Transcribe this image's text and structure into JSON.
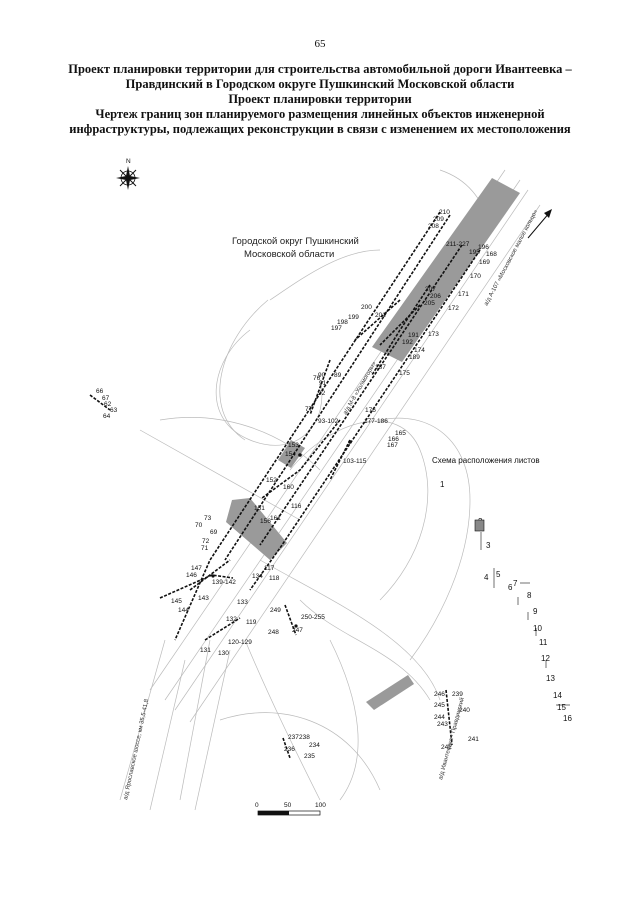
{
  "page_number": "65",
  "title": {
    "line1": "Проект планировки территории для строительства автомобильной дороги Ивантеевка –",
    "line2": "Правдинский в Городском округе Пушкинский Московской области",
    "line3": "Проект планировки территории",
    "line4": "Чертеж границ зон планируемого размещения линейных объектов инженерной",
    "line5": "инфраструктуры, подлежащих реконструкции в связи с изменением их местоположения"
  },
  "map": {
    "district_label_1": "Городской округ Пушкинский",
    "district_label_2": "Московской области",
    "compass_label": "N",
    "road_labels": {
      "a107": "а/д А-107 «Московское малое кольцо»",
      "m8": "а/д М-8 «Холмогоры»",
      "yaroslavl": "а/д Ярославское шоссе, км 35,5-41,8",
      "pravdinsky": "а/д Ивантеевка - Правдинский"
    },
    "scale": {
      "ticks": [
        "0",
        "50",
        "100"
      ]
    },
    "sheet_scheme": {
      "title": "Схема расположения листов",
      "sheets": [
        "1",
        "2",
        "3",
        "4",
        "5",
        "6",
        "7",
        "8",
        "9",
        "10",
        "11",
        "12",
        "13",
        "14",
        "15",
        "16"
      ]
    },
    "point_labels": {
      "p210": "210",
      "p209": "209",
      "p208": "208",
      "p211_227": "211-227",
      "p196": "196",
      "p168": "168",
      "p195": "195",
      "p169": "169",
      "p170": "170",
      "p207": "207",
      "p206": "206",
      "p205": "205",
      "p171": "171",
      "p172": "172",
      "p200": "200",
      "p201": "201",
      "p199": "199",
      "p198": "198",
      "p197": "197",
      "p191": "191",
      "p192": "192",
      "p173": "173",
      "p174": "174",
      "p189": "189",
      "p187": "187",
      "p175": "175",
      "p90": "90",
      "p89": "89",
      "p91": "91",
      "p92": "92",
      "p76": "76",
      "p77": "77",
      "p93_102": "93-102",
      "p176": "176",
      "p177_186": "177-186",
      "p165": "165",
      "p166": "166",
      "p167": "167",
      "p103_115": "103-115",
      "p66": "66",
      "p67": "67",
      "p62": "62",
      "p63": "63",
      "p64": "64",
      "p152": "152",
      "p160": "160",
      "p153": "153",
      "p154": "154",
      "p116": "116",
      "p73": "73",
      "p70": "70",
      "p69": "69",
      "p72": "72",
      "p71": "71",
      "p151": "151",
      "p156": "156",
      "p161": "161",
      "p147": "147",
      "p146": "146",
      "p117": "117",
      "p118": "118",
      "p139_142": "139-142",
      "p134": "134",
      "p133": "133",
      "p145": "145",
      "p144": "144",
      "p143": "143",
      "p249": "249",
      "p250_255": "250-255",
      "p248": "248",
      "p247": "247",
      "p132": "132",
      "p119": "119",
      "p120_129": "120-129",
      "p131": "131",
      "p130": "130",
      "p246": "246",
      "p239": "239",
      "p245": "245",
      "p240": "240",
      "p244": "244",
      "p243": "243",
      "p242": "242",
      "p241": "241",
      "p237": "237",
      "p238": "238",
      "p236": "236",
      "p234": "234",
      "p235": "235"
    }
  },
  "colors": {
    "zone_fill": "#9a9a9a",
    "road_lines": "#b8b8b8",
    "route_lines": "#111111"
  }
}
